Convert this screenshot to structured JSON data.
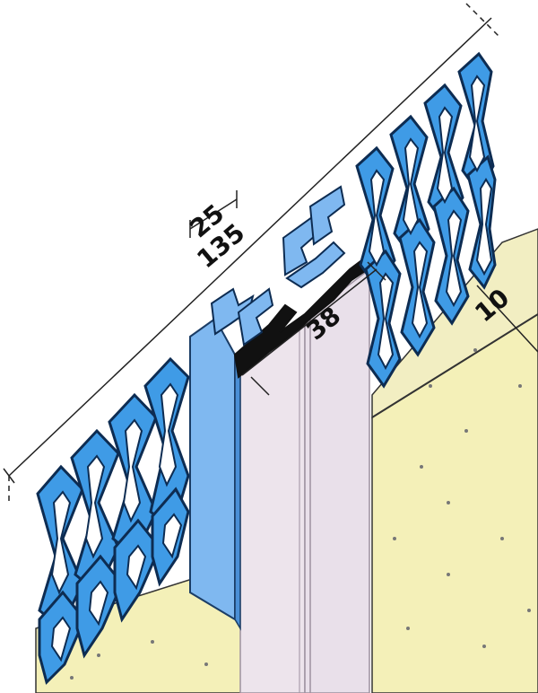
{
  "dimensions": {
    "mesh_offset": "25",
    "overall_width": "135",
    "gap_width": "38",
    "plaster_thickness": "10"
  },
  "colors": {
    "mesh": "#3f9be6",
    "mesh_edge": "#0d2c52",
    "plaster": "#f4f0b8",
    "plaster_dark": "#d9d2a0",
    "insert": "#ede4ec",
    "insert_edge": "#b9aebb",
    "profile": "#111111",
    "leg_blue": "#7fb8f0"
  }
}
